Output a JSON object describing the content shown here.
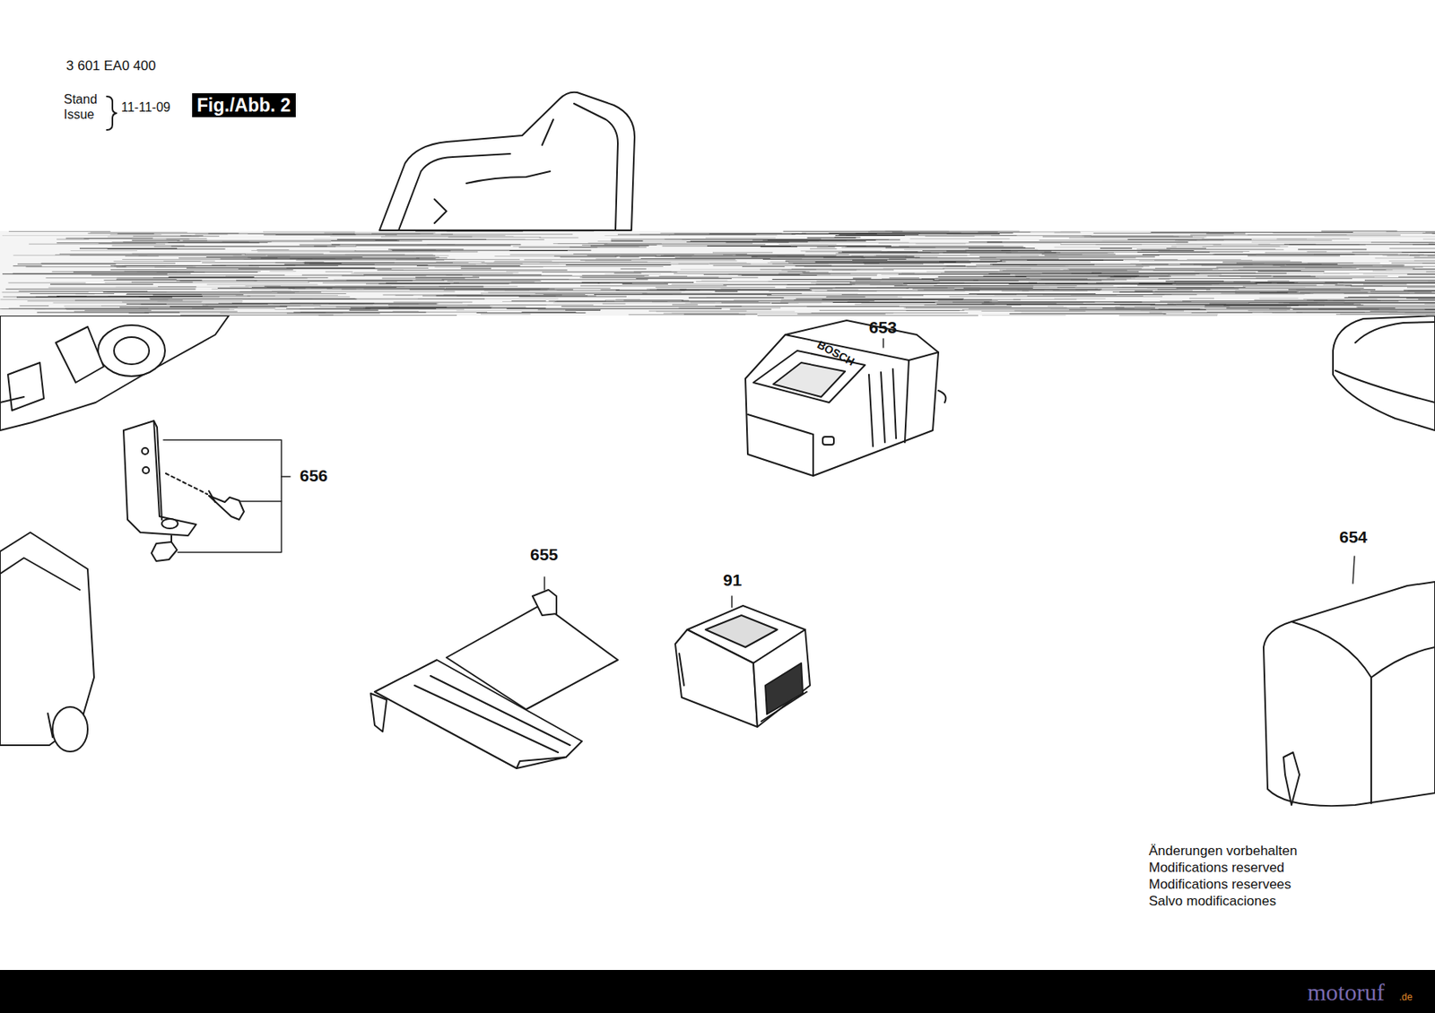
{
  "diagram": {
    "labels": [
      "3 601 EA0 400",
      "Stand",
      "Issue",
      "11-11-09",
      "Fig./Abb. 2",
      "653",
      "656",
      "655",
      "91",
      "654",
      "Änderungen vorbehalten",
      "Modifications reserved",
      "Modifications reservees",
      "Salvo modificaciones",
      "motoruf",
      ".de",
      "BOSCH"
    ]
  }
}
